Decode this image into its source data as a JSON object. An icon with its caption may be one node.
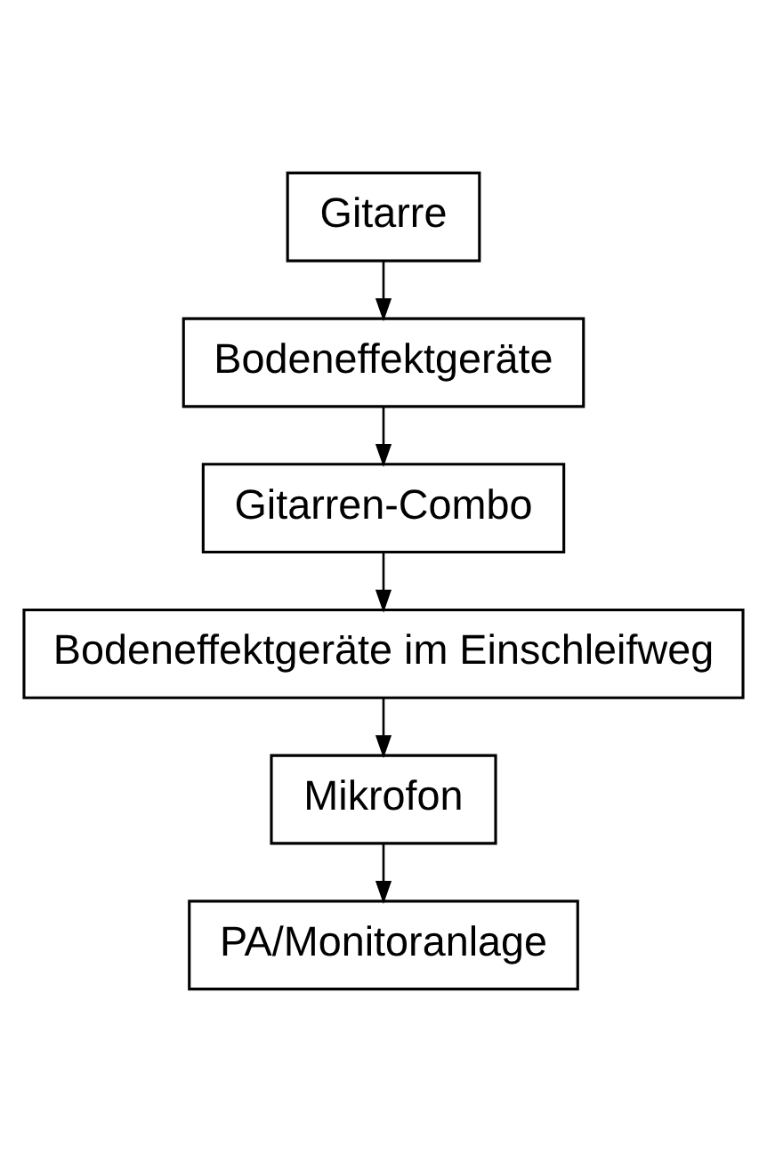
{
  "diagram": {
    "nodes": [
      {
        "text": [
          "Gitarre"
        ]
      },
      {
        "text": [
          "Bodeneffektgeräte"
        ]
      },
      {
        "text": [
          "Gitarren-Combo"
        ]
      },
      {
        "text": [
          "Bodeneffektgeräte im Einschleifweg"
        ]
      },
      {
        "text": [
          "Mikrofon"
        ]
      },
      {
        "text": [
          "PA/Monitoranlage"
        ]
      }
    ],
    "edges": [
      {
        "from": 0,
        "to": 1,
        "arrow": "to"
      },
      {
        "from": 1,
        "to": 2,
        "arrow": "to"
      },
      {
        "from": 2,
        "to": 3,
        "arrow": "to"
      },
      {
        "from": 3,
        "to": 4,
        "arrow": "to"
      },
      {
        "from": 4,
        "to": 5,
        "arrow": "to"
      }
    ]
  }
}
